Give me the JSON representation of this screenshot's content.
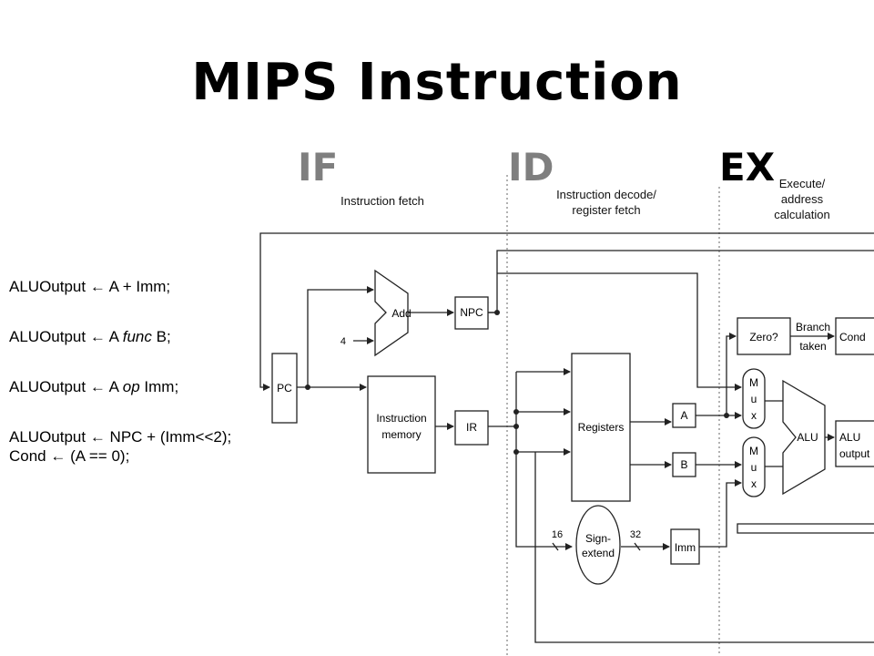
{
  "title": "MIPS Instruction",
  "stages": {
    "if": "IF",
    "id": "ID",
    "ex": "EX"
  },
  "phases": {
    "if": [
      "Instruction fetch"
    ],
    "id": [
      "Instruction decode/",
      "register fetch"
    ],
    "ex": [
      "Execute/",
      "address",
      "calculation"
    ]
  },
  "code": {
    "l1": {
      "pre": "ALUOutput ← A + Imm;",
      "it": "",
      "post": ""
    },
    "l2": {
      "pre": "ALUOutput ← A ",
      "it": "func",
      "post": " B;"
    },
    "l3": {
      "pre": "ALUOutput ← A ",
      "it": "op",
      "post": " Imm;"
    },
    "l4": {
      "pre": "ALUOutput ← NPC + (Imm<<2);",
      "it": "",
      "post": ""
    },
    "l5": {
      "pre": "Cond ← (A == 0);",
      "it": "",
      "post": ""
    }
  },
  "blocks": {
    "pc": "PC",
    "add": "Add",
    "four": "4",
    "npc": "NPC",
    "instr_mem": [
      "Instruction",
      "memory"
    ],
    "ir": "IR",
    "registers": "Registers",
    "a": "A",
    "b": "B",
    "sign_extend": [
      "Sign-",
      "extend"
    ],
    "bits_in": "16",
    "bits_out": "32",
    "imm": "Imm",
    "zero": "Zero?",
    "branch_taken": [
      "Branch",
      "taken"
    ],
    "cond": "Cond",
    "mux": [
      "M",
      "u",
      "x"
    ],
    "alu": "ALU",
    "alu_output": [
      "ALU",
      "output"
    ]
  }
}
